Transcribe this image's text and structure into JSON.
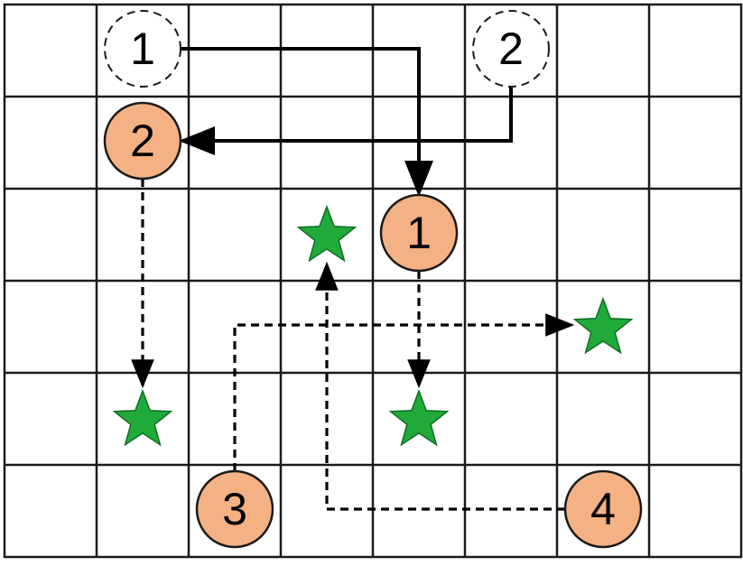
{
  "colors": {
    "grid_line": "#1a1a1a",
    "agent_fill": "#f4b183",
    "agent_stroke": "#1a1a1a",
    "ghost_stroke": "#1a1a1a",
    "star_fill": "#1faa3a",
    "star_stroke": "#0e6e22",
    "arrow": "#000000"
  },
  "grid": {
    "columns": 8,
    "rows": 6
  },
  "start_markers": [
    {
      "label": "1",
      "col": 1,
      "row": 0
    },
    {
      "label": "2",
      "col": 5,
      "row": 0
    }
  ],
  "agents": [
    {
      "label": "2",
      "col": 1,
      "row": 1
    },
    {
      "label": "1",
      "col": 4,
      "row": 2
    },
    {
      "label": "3",
      "col": 2,
      "row": 5
    },
    {
      "label": "4",
      "col": 6,
      "row": 5
    }
  ],
  "goals": [
    {
      "col": 3,
      "row": 2
    },
    {
      "col": 6,
      "row": 3
    },
    {
      "col": 1,
      "row": 4
    },
    {
      "col": 4,
      "row": 4
    }
  ],
  "paths": [
    {
      "style": "solid",
      "from": "start-1",
      "to": "agent-1",
      "cells": [
        [
          1,
          0
        ],
        [
          4,
          0
        ],
        [
          4,
          2
        ]
      ]
    },
    {
      "style": "solid",
      "from": "start-2",
      "to": "agent-2",
      "cells": [
        [
          5,
          0
        ],
        [
          5,
          1
        ],
        [
          1,
          1
        ]
      ]
    },
    {
      "style": "dashed",
      "from": "agent-2",
      "to": "goal",
      "cells": [
        [
          1,
          1
        ],
        [
          1,
          4
        ]
      ]
    },
    {
      "style": "dashed",
      "from": "agent-1",
      "to": "goal",
      "cells": [
        [
          4,
          2
        ],
        [
          4,
          4
        ]
      ]
    },
    {
      "style": "dashed",
      "from": "agent-3",
      "to": "goal",
      "cells": [
        [
          2,
          5
        ],
        [
          2,
          3
        ],
        [
          6,
          3
        ]
      ]
    },
    {
      "style": "dashed",
      "from": "agent-4",
      "to": "goal",
      "cells": [
        [
          6,
          5
        ],
        [
          3,
          5
        ],
        [
          3,
          2
        ]
      ]
    }
  ]
}
